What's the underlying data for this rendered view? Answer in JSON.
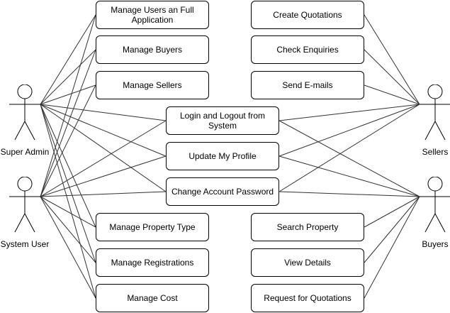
{
  "actors": {
    "super_admin": "Super Admin",
    "system_user": "System User",
    "sellers": "Sellers",
    "buyers": "Buyers"
  },
  "use_cases": {
    "manage_users": "Manage Users an Full Application",
    "manage_buyers": "Manage Buyers",
    "manage_sellers": "Manage Sellers",
    "login_logout": "Login and Logout from System",
    "update_profile": "Update My Profile",
    "change_password": "Change Account Password",
    "manage_property_type": "Manage Property Type",
    "manage_registrations": "Manage Registrations",
    "manage_cost": "Manage Cost",
    "create_quotations": "Create Quotations",
    "check_enquiries": "Check Enquiries",
    "send_emails": "Send E-mails",
    "search_property": "Search Property",
    "view_details": "View Details",
    "request_quotations": "Request for Quotations"
  },
  "associations": [
    [
      "super_admin",
      "manage_users"
    ],
    [
      "super_admin",
      "manage_buyers"
    ],
    [
      "super_admin",
      "manage_sellers"
    ],
    [
      "super_admin",
      "login_logout"
    ],
    [
      "super_admin",
      "update_profile"
    ],
    [
      "super_admin",
      "change_password"
    ],
    [
      "super_admin",
      "manage_property_type"
    ],
    [
      "super_admin",
      "manage_registrations"
    ],
    [
      "super_admin",
      "manage_cost"
    ],
    [
      "system_user",
      "manage_users"
    ],
    [
      "system_user",
      "manage_buyers"
    ],
    [
      "system_user",
      "manage_sellers"
    ],
    [
      "system_user",
      "login_logout"
    ],
    [
      "system_user",
      "update_profile"
    ],
    [
      "system_user",
      "change_password"
    ],
    [
      "system_user",
      "manage_property_type"
    ],
    [
      "system_user",
      "manage_registrations"
    ],
    [
      "system_user",
      "manage_cost"
    ],
    [
      "sellers",
      "create_quotations"
    ],
    [
      "sellers",
      "check_enquiries"
    ],
    [
      "sellers",
      "send_emails"
    ],
    [
      "sellers",
      "login_logout"
    ],
    [
      "sellers",
      "update_profile"
    ],
    [
      "sellers",
      "change_password"
    ],
    [
      "buyers",
      "login_logout"
    ],
    [
      "buyers",
      "update_profile"
    ],
    [
      "buyers",
      "change_password"
    ],
    [
      "buyers",
      "search_property"
    ],
    [
      "buyers",
      "view_details"
    ],
    [
      "buyers",
      "request_quotations"
    ]
  ]
}
